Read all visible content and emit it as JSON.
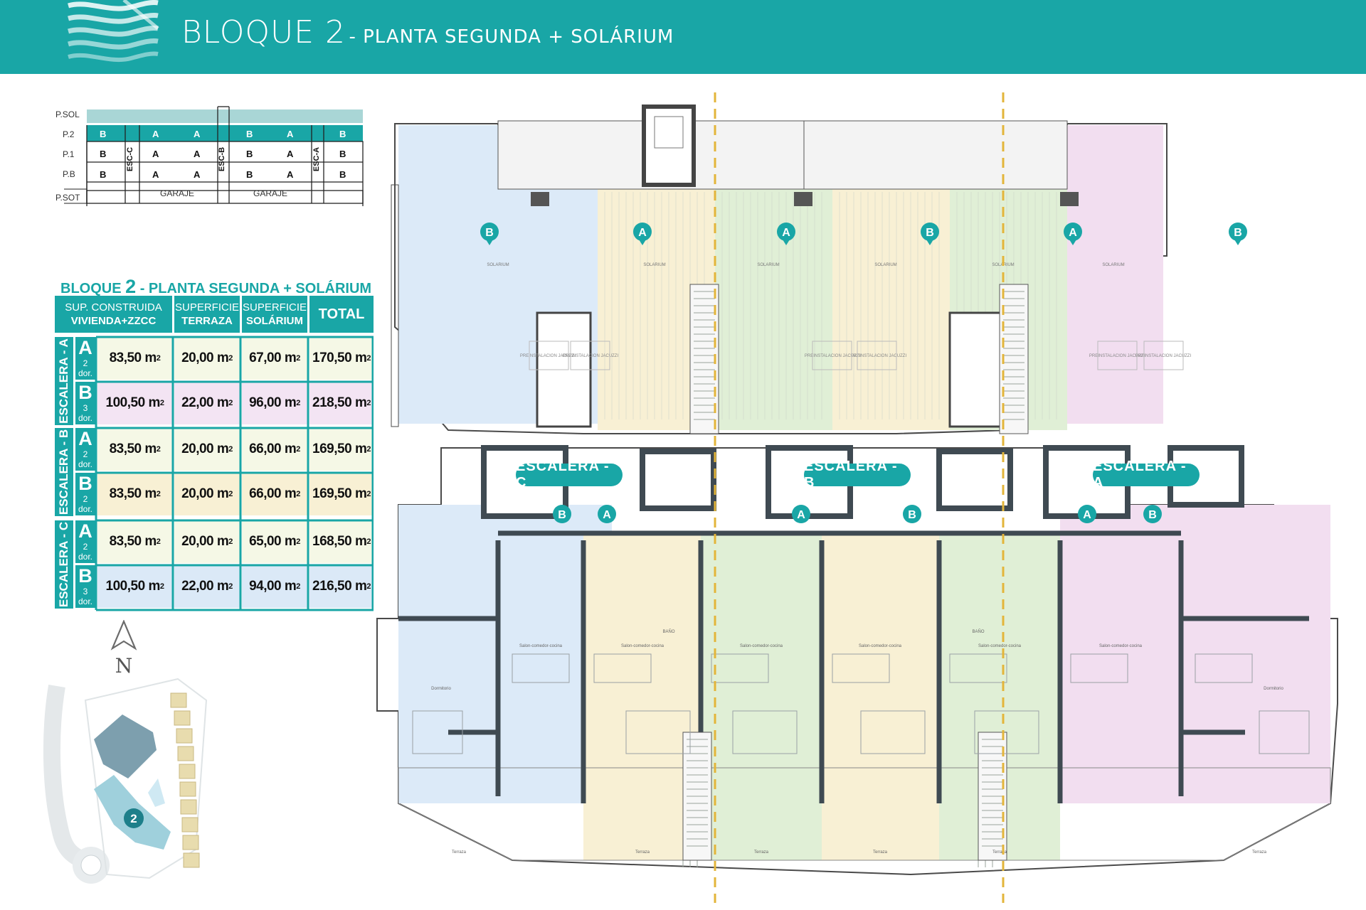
{
  "header": {
    "title_main": "BLOQUE 2",
    "title_sub": "- PLANTA SEGUNDA + SOLÁRIUM"
  },
  "section": {
    "levels": [
      "P.SOL",
      "P.2",
      "P.1",
      "P.B",
      "P.SOT"
    ],
    "row_p2": [
      "B",
      "A",
      "A",
      "B",
      "A",
      "B"
    ],
    "row_p1": [
      "B",
      "A",
      "A",
      "B",
      "A",
      "B"
    ],
    "row_pb": [
      "B",
      "A",
      "A",
      "B",
      "A",
      "B"
    ],
    "stairs": [
      "ESC-C",
      "ESC-B",
      "ESC-A"
    ],
    "garage": [
      "GARAJE",
      "GARAJE"
    ]
  },
  "table": {
    "title_prefix": "BLOQUE",
    "title_num": "2",
    "title_rest": "- PLANTA SEGUNDA + SOLÁRIUM",
    "headers": {
      "col1_l1": "SUP. CONSTRUIDA",
      "col1_l2": "VIVIENDA+ZZCC",
      "col2_l1": "SUPERFICIE",
      "col2_l2": "TERRAZA",
      "col3_l1": "SUPERFICIE",
      "col3_l2": "SOLÁRIUM",
      "col4": "TOTAL"
    },
    "unit": "m",
    "unit_exp": "2",
    "groups": [
      {
        "stair": "ESCALERA - A",
        "rows": [
          {
            "type": "A",
            "dorms": "2 dor.",
            "vivienda": "83,50",
            "terraza": "20,00",
            "solarium": "67,00",
            "total": "170,50"
          },
          {
            "type": "B",
            "dorms": "3 dor.",
            "vivienda": "100,50",
            "terraza": "22,00",
            "solarium": "96,00",
            "total": "218,50"
          }
        ]
      },
      {
        "stair": "ESCALERA - B",
        "rows": [
          {
            "type": "A",
            "dorms": "2 dor.",
            "vivienda": "83,50",
            "terraza": "20,00",
            "solarium": "66,00",
            "total": "169,50"
          },
          {
            "type": "B",
            "dorms": "2 dor.",
            "vivienda": "83,50",
            "terraza": "20,00",
            "solarium": "66,00",
            "total": "169,50"
          }
        ]
      },
      {
        "stair": "ESCALERA - C",
        "rows": [
          {
            "type": "A",
            "dorms": "2 dor.",
            "vivienda": "83,50",
            "terraza": "20,00",
            "solarium": "65,00",
            "total": "168,50"
          },
          {
            "type": "B",
            "dorms": "3 dor.",
            "vivienda": "100,50",
            "terraza": "22,00",
            "solarium": "94,00",
            "total": "216,50"
          }
        ]
      }
    ]
  },
  "compass": {
    "label": "N"
  },
  "site_map": {
    "block_label": "2"
  },
  "plans": {
    "solarium_markers": [
      "B",
      "A",
      "A",
      "B",
      "A",
      "B"
    ],
    "solarium_label": "SOLARIUM",
    "jacuzzi_label": "PREINSTALACION JACUZZI",
    "stair_tags": [
      "ESCALERA - C",
      "ESCALERA - B",
      "ESCALERA - A"
    ],
    "floor_markers": [
      "B",
      "A",
      "A",
      "B",
      "A",
      "B"
    ],
    "terraza_label": "Terraza",
    "salon_label": "Salon-comedor-cocina",
    "dorm_label": "Dormitorio",
    "bano_label": "BAÑO"
  },
  "colors": {
    "brand": "#19a6a6",
    "blue_zone": "#dceaf8",
    "yellow_zone": "#f8f0d4",
    "green_zone": "#e0efd6",
    "pink_zone": "#f2def0",
    "row_A": "#f5f8e6",
    "row_B_pink": "#f3e4f3"
  }
}
